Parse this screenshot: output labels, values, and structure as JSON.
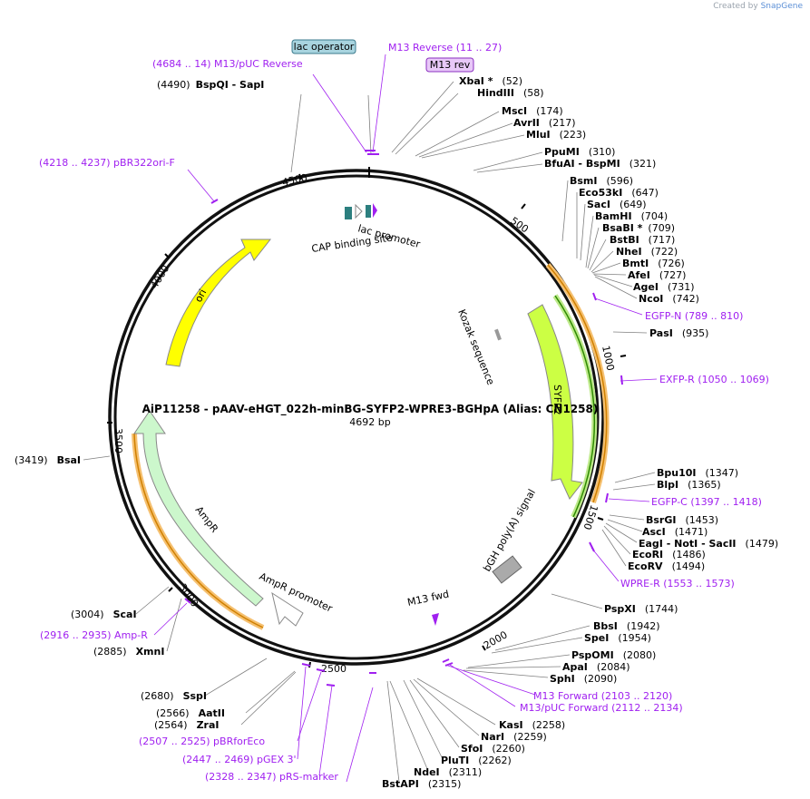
{
  "credit": {
    "prefix": "Created by",
    "brand": "SnapGene"
  },
  "title": "AiP11258 - pAAV-eHGT_022h-minBG-SYFP2-WPRE3-BGHpA (Alias: CN1258)",
  "length_label": "4692 bp",
  "ring_ticks": [
    "500",
    "1000",
    "1500",
    "2000",
    "2500",
    "3000",
    "3500",
    "4000",
    "4500"
  ],
  "features": {
    "lac_operator": "lac operator",
    "m13_rev": "M13 rev",
    "lac_promoter": "lac promoter",
    "cap_binding": "CAP binding site",
    "ori": "ori",
    "kozak": "Kozak sequence",
    "syfp2": "SYFP2",
    "bgh": "bGH poly(A) signal",
    "m13_fwd": "M13 fwd",
    "ampr": "AmpR",
    "ampr_promoter": "AmpR promoter"
  },
  "sites_right": [
    {
      "name": "XbaI *",
      "pos": "(52)"
    },
    {
      "name": "HindIII",
      "pos": "(58)"
    },
    {
      "name": "MscI",
      "pos": "(174)"
    },
    {
      "name": "AvrII",
      "pos": "(217)"
    },
    {
      "name": "MluI",
      "pos": "(223)"
    },
    {
      "name": "PpuMI",
      "pos": "(310)"
    },
    {
      "name": "BfuAI  -  BspMI",
      "pos": "(321)"
    },
    {
      "name": "BsmI",
      "pos": "(596)"
    },
    {
      "name": "Eco53kI",
      "pos": "(647)"
    },
    {
      "name": "SacI",
      "pos": "(649)"
    },
    {
      "name": "BamHI",
      "pos": "(704)"
    },
    {
      "name": "BsaBI *",
      "pos": "(709)"
    },
    {
      "name": "BstBI",
      "pos": "(717)"
    },
    {
      "name": "NheI",
      "pos": "(722)"
    },
    {
      "name": "BmtI",
      "pos": "(726)"
    },
    {
      "name": "AfeI",
      "pos": "(727)"
    },
    {
      "name": "AgeI",
      "pos": "(731)"
    },
    {
      "name": "NcoI",
      "pos": "(742)"
    },
    {
      "name": "PasI",
      "pos": "(935)"
    },
    {
      "name": "Bpu10I",
      "pos": "(1347)"
    },
    {
      "name": "BlpI",
      "pos": "(1365)"
    },
    {
      "name": "BsrGI",
      "pos": "(1453)"
    },
    {
      "name": "AscI",
      "pos": "(1471)"
    },
    {
      "name": "EagI  -  NotI  -  SacII",
      "pos": "(1479)"
    },
    {
      "name": "EcoRI",
      "pos": "(1486)"
    },
    {
      "name": "EcoRV",
      "pos": "(1494)"
    },
    {
      "name": "PspXI",
      "pos": "(1744)"
    },
    {
      "name": "BbsI",
      "pos": "(1942)"
    },
    {
      "name": "SpeI",
      "pos": "(1954)"
    },
    {
      "name": "PspOMI",
      "pos": "(2080)"
    },
    {
      "name": "ApaI",
      "pos": "(2084)"
    },
    {
      "name": "SphI",
      "pos": "(2090)"
    },
    {
      "name": "KasI",
      "pos": "(2258)"
    },
    {
      "name": "NarI",
      "pos": "(2259)"
    },
    {
      "name": "SfoI",
      "pos": "(2260)"
    },
    {
      "name": "PluTI",
      "pos": "(2262)"
    },
    {
      "name": "NdeI",
      "pos": "(2311)"
    },
    {
      "name": "BstAPI",
      "pos": "(2315)"
    }
  ],
  "sites_left": [
    {
      "name": "BspQI  -  SapI",
      "pos": "(4490)"
    },
    {
      "name": "BsaI",
      "pos": "(3419)"
    },
    {
      "name": "ScaI",
      "pos": "(3004)"
    },
    {
      "name": "XmnI",
      "pos": "(2885)"
    },
    {
      "name": "SspI",
      "pos": "(2680)"
    },
    {
      "name": "AatII",
      "pos": "(2566)"
    },
    {
      "name": "ZraI",
      "pos": "(2564)"
    }
  ],
  "primers": [
    "M13 Reverse     (11 .. 27)",
    "(4684 .. 14)  M13/pUC Reverse",
    "(4218 .. 4237)  pBR322ori-F",
    "EGFP-N     (789 .. 810)",
    "EXFP-R     (1050 .. 1069)",
    "EGFP-C     (1397 .. 1418)",
    "WPRE-R     (1553 .. 1573)",
    "M13 Forward     (2103 .. 2120)",
    "M13/pUC Forward     (2112 .. 2134)",
    "(2916 .. 2935)  Amp-R",
    "(2507 .. 2525)  pBRforEco",
    "(2447 .. 2469)  pGEX 3'",
    "(2328 .. 2347)  pRS-marker"
  ],
  "colors": {
    "ori": "#ffff00",
    "syfp2": "#ccff44",
    "ampr": "#ccf7cc",
    "primer": "#a020f0",
    "orange": "#f0a030",
    "green_line": "#2e8b00",
    "lac": "#7fbcd0"
  }
}
